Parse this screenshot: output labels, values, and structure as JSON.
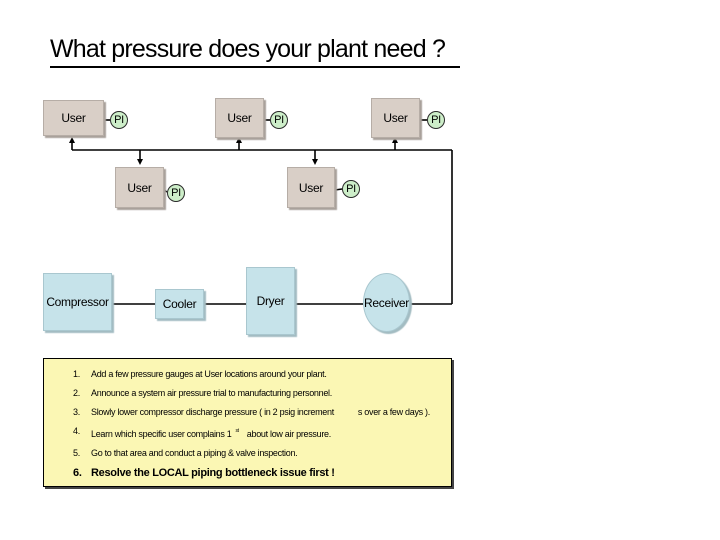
{
  "title": "What pressure does your plant need ?",
  "diagram": {
    "users": [
      {
        "label": "User",
        "pi": "PI"
      },
      {
        "label": "User",
        "pi": "PI"
      },
      {
        "label": "User",
        "pi": "PI"
      },
      {
        "label": "User",
        "pi": "PI"
      },
      {
        "label": "User",
        "pi": "PI"
      }
    ],
    "equipment": {
      "compressor": "Compressor",
      "cooler": "Cooler",
      "dryer": "Dryer",
      "receiver": "Receiver"
    },
    "colors": {
      "user_fill": "#d9cfc7",
      "equipment_fill": "#c6e3ea",
      "pi_fill": "#cdeec9",
      "notes_fill": "#fbf7b4"
    }
  },
  "notes": {
    "items": [
      {
        "num": "1.",
        "text": "Add a few pressure gauges at User locations around your plant."
      },
      {
        "num": "2.",
        "text": "Announce a system air pressure trial to manufacturing personnel."
      },
      {
        "num": "3.",
        "text": "Slowly lower compressor discharge pressure ( in 2 psig increment",
        "text_b": "s over a few days )."
      },
      {
        "num": "4.",
        "text": "Learn which specific user complains 1",
        "sup": "st",
        "text_b": "about low air pressure."
      },
      {
        "num": "5.",
        "text": "Go to that area and conduct a piping & valve inspection."
      },
      {
        "num": "6.",
        "text": "Resolve the LOCAL piping bottleneck issue first   !"
      }
    ]
  }
}
